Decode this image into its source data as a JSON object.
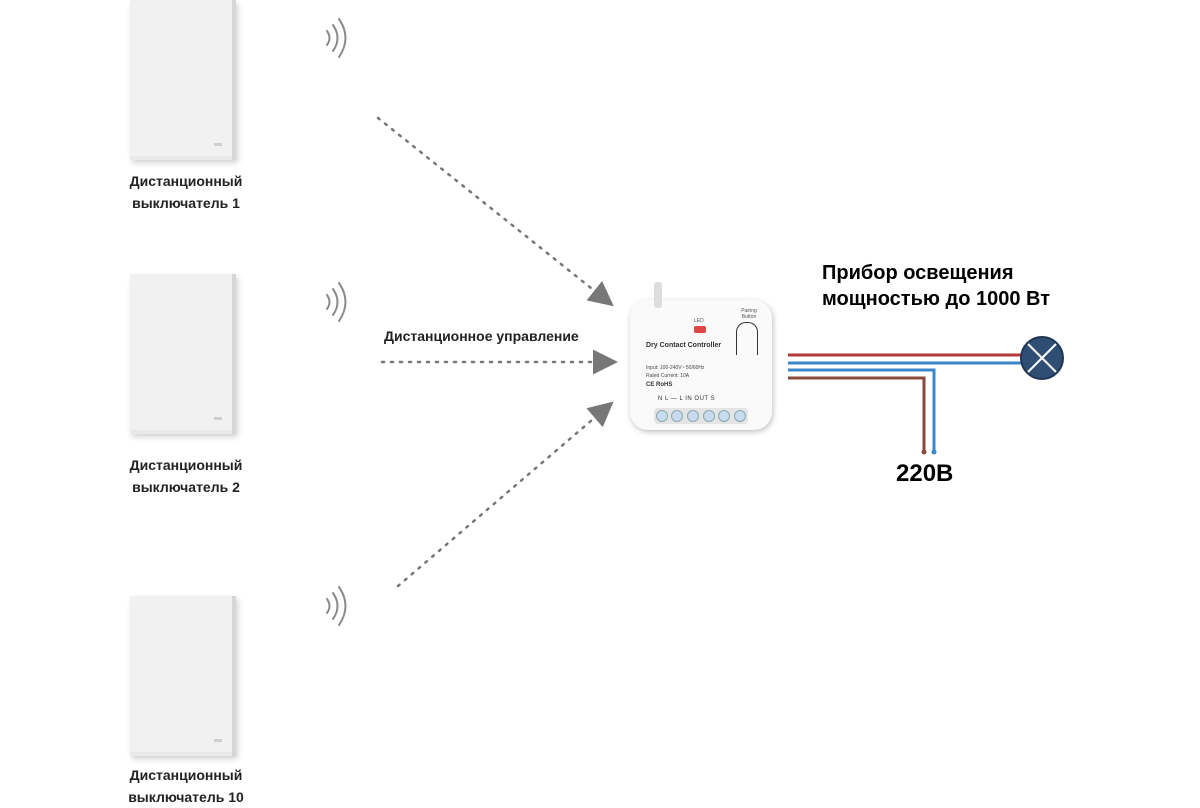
{
  "switches": [
    {
      "label_line1": "Дистанционный",
      "label_line2": "выключатель 1"
    },
    {
      "label_line1": "Дистанционный",
      "label_line2": "выключатель 2"
    },
    {
      "label_line1": "Дистанционный",
      "label_line2": "выключатель 10"
    }
  ],
  "remote_label": "Дистанционное управление",
  "controller": {
    "title": "Dry Contact Controller",
    "led": "LED",
    "pairing_line1": "Pairing",
    "pairing_line2": "Button",
    "spec_line1": "Input: 100-240V~ 50/60Hz",
    "spec_line2": "Rated Current: 10A",
    "cert": "CE RoHS",
    "terminals": "N  L — L   IN  OUT  S"
  },
  "lamp_label_line1": "Прибор освещения",
  "lamp_label_line2": "мощностью до 1000 Вт",
  "voltage_label": "220В",
  "colors": {
    "wire_red": "#b23a3a",
    "wire_blue": "#3a86c8",
    "wire_brown": "#8a4a3a",
    "lamp_fill": "#2f4e73",
    "arrow_dots": "#777777"
  }
}
